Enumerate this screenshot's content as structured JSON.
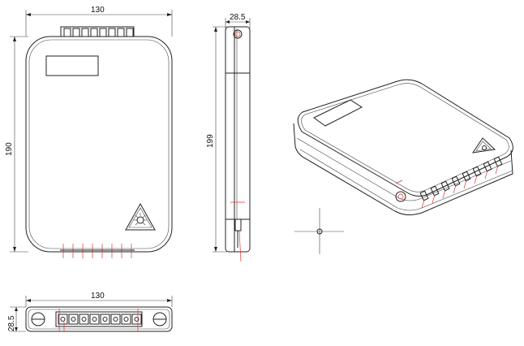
{
  "front_view": {
    "width_label": "130",
    "height_label": "190",
    "connector_count": 8
  },
  "side_view": {
    "depth_label": "28.5",
    "height_label": "199"
  },
  "bottom_view": {
    "width_label": "130",
    "depth_label": "28.5",
    "port_count": 8
  },
  "iso_view": {
    "connector_count": 8
  },
  "icons": [
    "fiber-laser-warning-icon",
    "crosshair-icon"
  ],
  "colors": {
    "line": "#222222",
    "accent": "#dd3333"
  }
}
